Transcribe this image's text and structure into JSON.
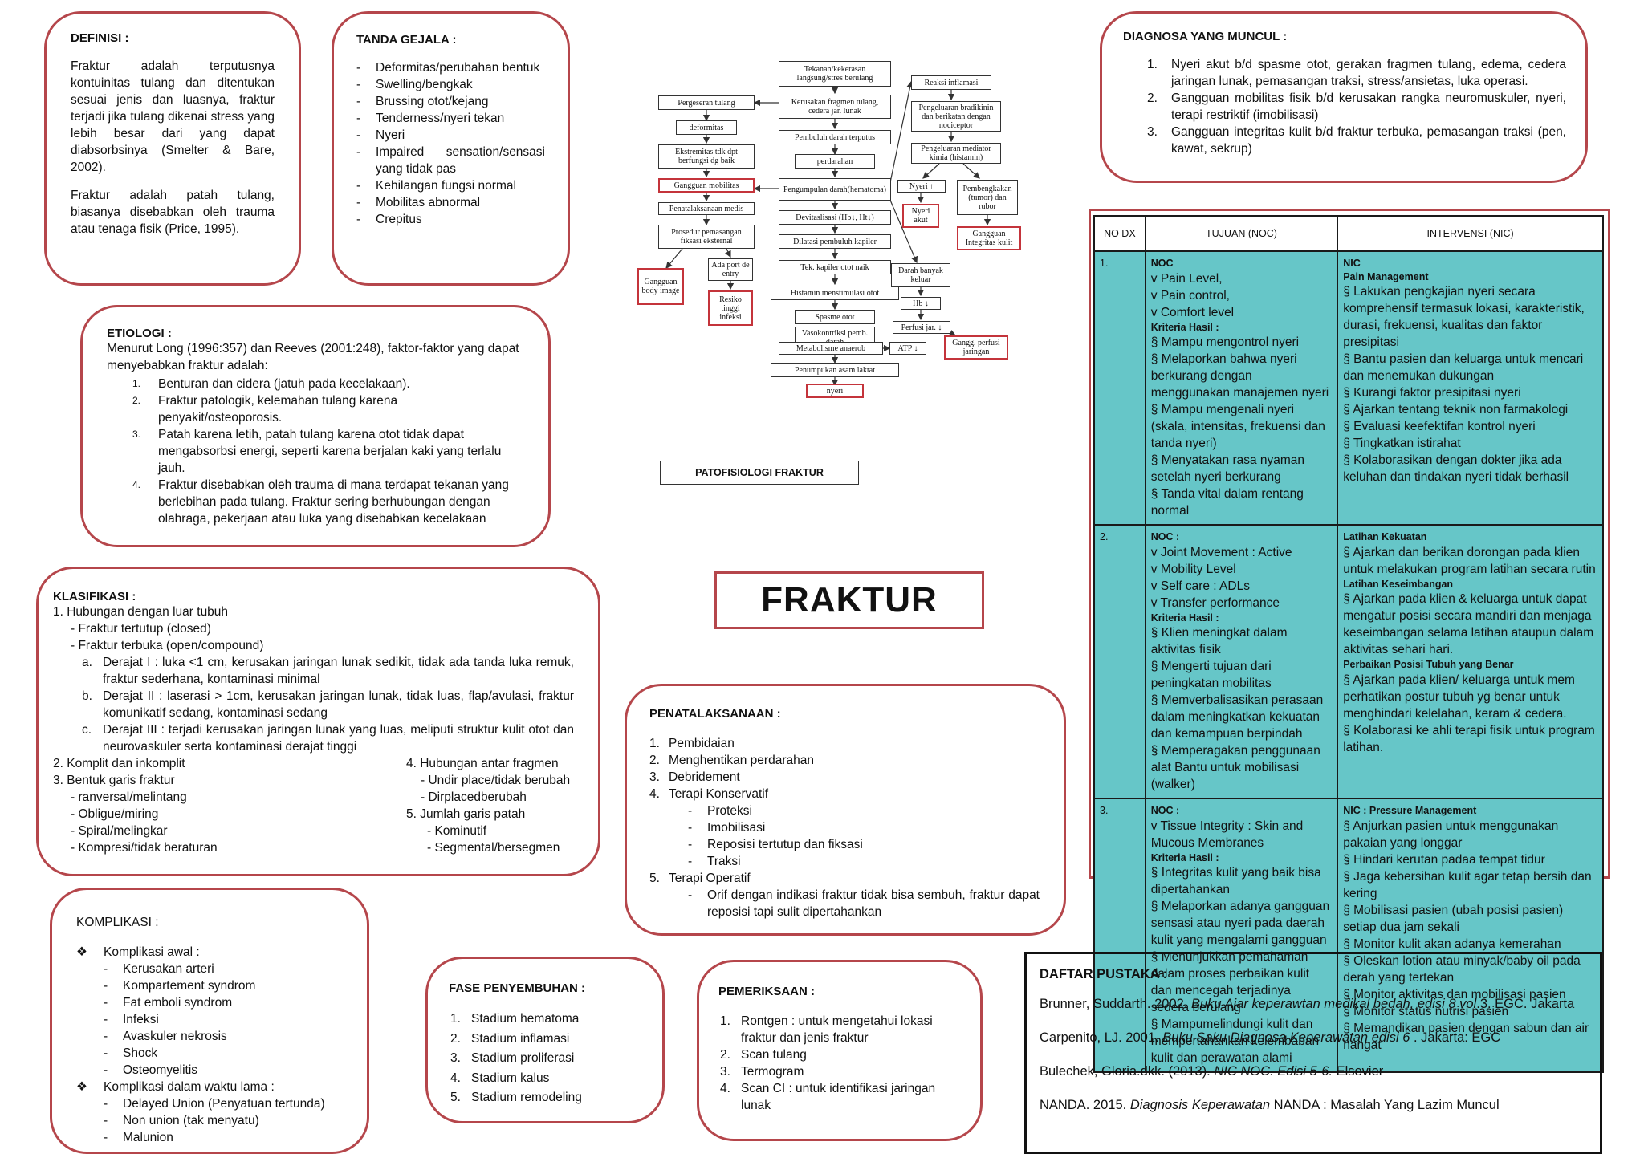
{
  "definisi": {
    "title": "DEFINISI :",
    "p1": "Fraktur adalah terputusnya kontuinitas tulang dan ditentukan sesuai jenis dan luasnya, fraktur terjadi jika tulang dikenai stress yang lebih besar dari yang dapat diabsorbsinya (Smelter & Bare, 2002).",
    "p2": "Fraktur adalah patah tulang, biasanya disebabkan oleh trauma atau tenaga fisik (Price, 1995)."
  },
  "tanda": {
    "title": "TANDA GEJALA :",
    "items": [
      "Deformitas/perubahan bentuk",
      "Swelling/bengkak",
      "Brussing otot/kejang",
      "Tenderness/nyeri tekan",
      "Nyeri",
      "Impaired sensation/sensasi yang tidak pas",
      "Kehilangan fungsi normal",
      "Mobilitas abnormal",
      "Crepitus"
    ]
  },
  "etiologi": {
    "title": "ETIOLOGI :",
    "intro": "Menurut Long (1996:357) dan Reeves (2001:248), faktor-faktor yang dapat menyebabkan fraktur adalah:",
    "items": [
      "Benturan dan cidera (jatuh pada kecelakaan).",
      "Fraktur patologik, kelemahan tulang karena penyakit/osteoporosis.",
      "Patah karena letih, patah tulang karena otot tidak dapat mengabsorbsi energi, seperti karena berjalan kaki yang terlalu jauh.",
      "Fraktur disebabkan oleh trauma di mana terdapat tekanan yang berlebihan pada tulang.  Fraktur sering berhubungan dengan olahraga, pekerjaan atau luka yang disebabkan kecelakaan"
    ]
  },
  "klasifikasi": {
    "title": "KLASIFIKASI :",
    "h1": "1.   Hubungan dengan luar tubuh",
    "h1a": "- Fraktur tertutup (closed)",
    "h1b": "- Fraktur terbuka (open/compound)",
    "deg_a": "Derajat I : luka <1 cm, kerusakan jaringan lunak sedikit, tidak ada tanda luka remuk, fraktur sederhana, kontaminasi minimal",
    "deg_b": "Derajat II : laserasi > 1cm, kerusakan jaringan lunak, tidak luas, flap/avulasi, fraktur komunikatif sedang, kontaminasi sedang",
    "deg_c": "Derajat III : terjadi kerusakan jaringan lunak yang luas, meliputi struktur kulit otot dan neurovaskuler serta kontaminasi derajat tinggi",
    "h2": "2.   Komplit dan inkomplit",
    "h3": "3.   Bentuk garis fraktur",
    "h3_items": [
      "- ranversal/melintang",
      "- Obligue/miring",
      "- Spiral/melingkar",
      "- Kompresi/tidak beraturan"
    ],
    "h4": "4.   Hubungan antar fragmen",
    "h4_items": [
      "- Undir place/tidak berubah",
      "- Dirplacedberubah"
    ],
    "h5": "5.   Jumlah garis patah",
    "h5_items": [
      "- Kominutif",
      "- Segmental/bersegmen"
    ]
  },
  "komplikasi": {
    "title": "KOMPLIKASI :",
    "awal": "Komplikasi awal :",
    "awal_items": [
      "Kerusakan arteri",
      "Kompartement syndrom",
      "Fat emboli syndrom",
      "Infeksi",
      "Avaskuler nekrosis",
      "Shock",
      "Osteomyelitis"
    ],
    "lama": "Komplikasi dalam waktu lama :",
    "lama_items": [
      "Delayed Union (Penyatuan tertunda)",
      "Non union (tak menyatu)",
      "Malunion"
    ]
  },
  "fase": {
    "title": "FASE PENYEMBUHAN :",
    "items": [
      "Stadium hematoma",
      "Stadium inflamasi",
      "Stadium proliferasi",
      "Stadium kalus",
      "Stadium remodeling"
    ]
  },
  "pemeriksaan": {
    "title": "PEMERIKSAAN :",
    "items": [
      "Rontgen : untuk mengetahui lokasi fraktur dan jenis fraktur",
      "Scan tulang",
      "Termogram",
      "Scan CI : untuk identifikasi jaringan lunak"
    ]
  },
  "penatalaksanaan": {
    "title": "PENATALAKSANAAN :",
    "i1": "Pembidaian",
    "i2": "Menghentikan perdarahan",
    "i3": "Debridement",
    "i4": "Terapi Konservatif",
    "i4_items": [
      "Proteksi",
      "Imobilisasi",
      "Reposisi tertutup dan fiksasi",
      "Traksi"
    ],
    "i5": "Terapi Operatif",
    "i5_items": [
      "Orif dengan indikasi fraktur tidak bisa sembuh, fraktur dapat reposisi tapi sulit dipertahankan"
    ]
  },
  "center_title": "FRAKTUR",
  "patofis_title": "PATOFISIOLOGI FRAKTUR",
  "flow": {
    "n1": "Tekanan/kekerasan langsung/stres berulang",
    "n2": "Kerusakan fragmen tulang, cedera jar. lunak",
    "n3": "Pembuluh darah terputus",
    "n4": "perdarahan",
    "n5": "Pengumpulan darah(hematoma)",
    "n6": "Devitaslisasi (Hb↓, Ht↓)",
    "n7": "Dilatasi pembuluh kapiler",
    "n8": "Tek. kapiler otot naik",
    "n9": "Histamin menstimulasi otot",
    "n10": "Spasme otot",
    "n11": "Vasokontriksi pemb. darah",
    "n12": "Metabolisme anaerob",
    "n13": "ATP ↓",
    "n14": "Penumpukan asam laktat",
    "n15": "nyeri",
    "l1": "Pergeseran tulang",
    "l2": "deformitas",
    "l3": "Ekstremitas tdk dpt berfungsi dg baik",
    "l4": "Gangguan mobilitas",
    "l5": "Penatalaksanaan medis",
    "l6": "Prosedur pemasangan fiksasi eksternal",
    "l7": "Gangguan body image",
    "l8": "Ada port de entry",
    "l9": "Resiko tinggi infeksi",
    "r1": "Reaksi inflamasi",
    "r2": "Pengeluaran bradikinin dan berikatan dengan nociceptor",
    "r3": "Pengeluaran mediator kimia (histamin)",
    "r4": "Nyeri ↑",
    "r5": "Pembengkakan (tumor) dan rubor",
    "r6": "Nyeri akut",
    "r7": "Gangguan Integritas kulit",
    "r8": "Darah banyak keluar",
    "r9": "Hb ↓",
    "r10": "Perfusi jar. ↓",
    "r11": "Gangg. perfusi jaringan"
  },
  "diagnosa": {
    "title": "DIAGNOSA YANG MUNCUL :",
    "items": [
      "Nyeri akut b/d spasme otot, gerakan fragmen tulang, edema, cedera jaringan lunak, pemasangan traksi, stress/ansietas, luka operasi.",
      "Gangguan mobilitas fisik b/d kerusakan rangka neuromuskuler, nyeri, terapi restriktif (imobilisasi)",
      "Gangguan integritas kulit b/d fraktur terbuka, pemasangan traksi (pen, kawat, sekrup)"
    ]
  },
  "table": {
    "headers": [
      "NO DX",
      "TUJUAN (NOC)",
      "INTERVENSI (NIC)"
    ],
    "row1": {
      "no": "1.",
      "noc_title": "NOC",
      "noc_items": [
        "v Pain Level,",
        "v Pain control,",
        "v Comfort level"
      ],
      "kh": "Kriteria Hasil :",
      "kh_items": [
        "§  Mampu mengontrol nyeri",
        "§  Melaporkan bahwa nyeri berkurang dengan menggunakan manajemen nyeri",
        "§  Mampu mengenali nyeri (skala, intensitas, frekuensi dan tanda nyeri)",
        "§  Menyatakan rasa nyaman setelah nyeri berkurang",
        "§  Tanda vital dalam rentang normal"
      ],
      "nic_title": "NIC",
      "nic_sub": "Pain Management",
      "nic_items": [
        "§  Lakukan pengkajian nyeri secara komprehensif termasuk lokasi, karakteristik, durasi, frekuensi, kualitas dan faktor presipitasi",
        "§  Bantu pasien dan keluarga untuk mencari dan menemukan dukungan",
        "§  Kurangi faktor presipitasi nyeri",
        "§  Ajarkan tentang teknik non farmakologi",
        "§  Evaluasi keefektifan kontrol nyeri",
        "§  Tingkatkan istirahat",
        "§  Kolaborasikan dengan dokter jika ada keluhan dan tindakan nyeri tidak berhasil"
      ]
    },
    "row2": {
      "no": "2.",
      "noc_title": "NOC :",
      "noc_items": [
        "v Joint Movement : Active",
        "v Mobility Level",
        "v Self care : ADLs",
        "v Transfer performance"
      ],
      "kh": "Kriteria Hasil :",
      "kh_items": [
        "§  Klien meningkat dalam aktivitas fisik",
        "§  Mengerti tujuan dari peningkatan mobilitas",
        "§  Memverbalisasikan perasaan dalam meningkatkan kekuatan dan kemampuan berpindah",
        "§  Memperagakan penggunaan alat Bantu untuk mobilisasi (walker)"
      ],
      "nic_a": "Latihan Kekuatan",
      "nic_a_items": [
        "§  Ajarkan dan berikan dorongan pada klien untuk melakukan program latihan secara rutin"
      ],
      "nic_b": "Latihan Keseimbangan",
      "nic_b_items": [
        "§  Ajarkan pada klien & keluarga untuk dapat mengatur posisi secara mandiri dan menjaga keseimbangan selama latihan ataupun dalam aktivitas sehari hari."
      ],
      "nic_c": "Perbaikan Posisi Tubuh yang Benar",
      "nic_c_items": [
        "§  Ajarkan pada klien/ keluarga untuk mem perhatikan postur tubuh yg benar untuk menghindari kelelahan, keram & cedera.",
        "§  Kolaborasi ke ahli terapi fisik untuk program latihan."
      ]
    },
    "row3": {
      "no": "3.",
      "noc_title": "NOC :",
      "noc_items": [
        "v Tissue Integrity : Skin and Mucous Membranes"
      ],
      "kh": "Kriteria Hasil :",
      "kh_items": [
        "§  Integritas kulit yang baik bisa dipertahankan",
        "§  Melaporkan adanya gangguan sensasi atau nyeri pada daerah kulit yang mengalami gangguan",
        "§  Menunjukkan pemahaman dalam proses perbaikan kulit dan mencegah terjadinya sedera berulang",
        "§  Mampumelindungi kulit dan mempertahankan kelembaban kulit dan perawatan alami"
      ],
      "nic_title": "NIC : ",
      "nic_sub": "Pressure Management",
      "nic_items": [
        "§  Anjurkan pasien untuk menggunakan pakaian yang longgar",
        "§  Hindari kerutan padaa tempat tidur",
        "§  Jaga kebersihan kulit agar tetap bersih dan kering",
        "§  Mobilisasi pasien (ubah posisi pasien) setiap dua jam sekali",
        "§  Monitor kulit akan adanya kemerahan",
        "§  Oleskan lotion atau minyak/baby oil pada derah yang tertekan",
        "§  Monitor aktivitas dan mobilisasi pasien",
        "§  Monitor status nutrisi pasien",
        "§  Memandikan pasien dengan sabun dan air hangat"
      ]
    }
  },
  "pustaka": {
    "title": "DAFTAR PUSTAKA :",
    "r1a": "Brunner, Suddarth. 2002. ",
    "r1b": "Buku Ajar keperawtan medikal bedah, edisi 8 vol",
    "r1c": ".3. EGC. Jakarta",
    "r2a": "Carpenito, LJ. 2001. ",
    "r2b": "Buku Saku Diagnosa Keperawatan edisi 6",
    "r2c": " . Jakarta: EGC",
    "r3a": "Bulechek, Gloria.dkk. (2013). ",
    "r3b": "NIC NOC. Edisi 5-6.",
    "r3c": " Elsevier",
    "r4a": "NANDA. 2015. ",
    "r4b": "Diagnosis Keperawatan",
    "r4c": " NANDA : Masalah Yang Lazim Muncul"
  },
  "colors": {
    "box_border": "#b5464b",
    "table_fill": "#66c6c8",
    "flow_red": "#c4343b"
  },
  "icons": {
    "bullet": "diamond-bullet-icon"
  }
}
